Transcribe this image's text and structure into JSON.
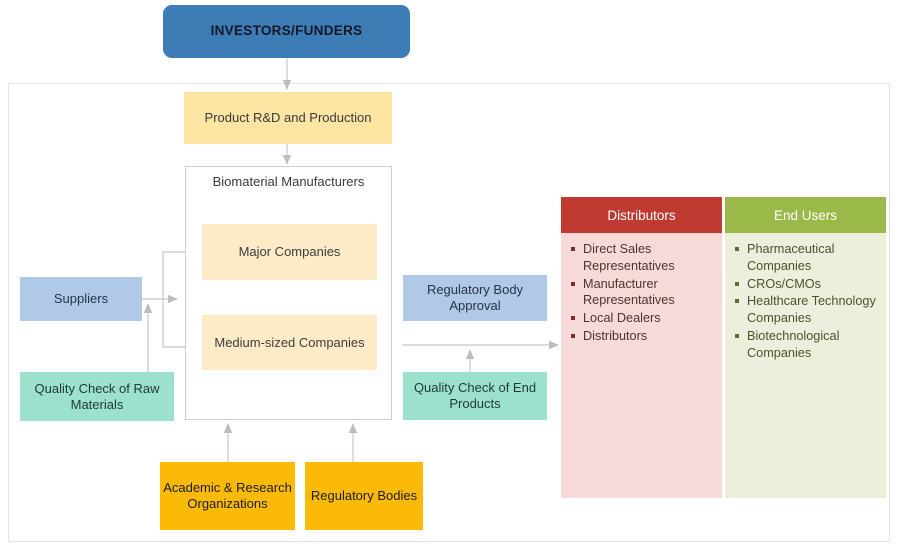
{
  "diagram": {
    "title_box": {
      "label": "INVESTORS/FUNDERS",
      "color": "#3D7CB5"
    },
    "rnd_box": {
      "label": "Product R&D and Production",
      "color": "#FCE5A2"
    },
    "manufacturers": {
      "title": "Biomaterial Manufacturers",
      "items": [
        {
          "label": "Major Companies",
          "color": "#FDEBC8"
        },
        {
          "label": "Medium-sized Companies",
          "color": "#FDEBC8"
        }
      ]
    },
    "suppliers_box": {
      "label": "Suppliers",
      "color": "#AFC9E6"
    },
    "quality_check_raw": {
      "label": "Quality Check of Raw Materials",
      "color": "#9CE0CE"
    },
    "regulatory_approval": {
      "label": "Regulatory Body Approval",
      "color": "#AFC9E6"
    },
    "quality_check_end": {
      "label": "Quality Check of End Products",
      "color": "#9CE0CE"
    },
    "bottom_boxes": [
      {
        "label": "Academic & Research Organizations",
        "color": "#FBBA07"
      },
      {
        "label": "Regulatory Bodies",
        "color": "#FBBA07"
      }
    ],
    "panels": [
      {
        "header": "Distributors",
        "header_color": "#BF3A30",
        "body_color": "#F6D9D8",
        "items": [
          "Direct Sales Representatives",
          "Manufacturer Representatives",
          "Local Dealers",
          "Distributors"
        ]
      },
      {
        "header": "End Users",
        "header_color": "#9AB949",
        "body_color": "#ECEFDC",
        "items": [
          "Pharmaceutical Companies",
          "CROs/CMOs",
          "Healthcare Technology Companies",
          "Biotechnological Companies"
        ]
      }
    ]
  }
}
